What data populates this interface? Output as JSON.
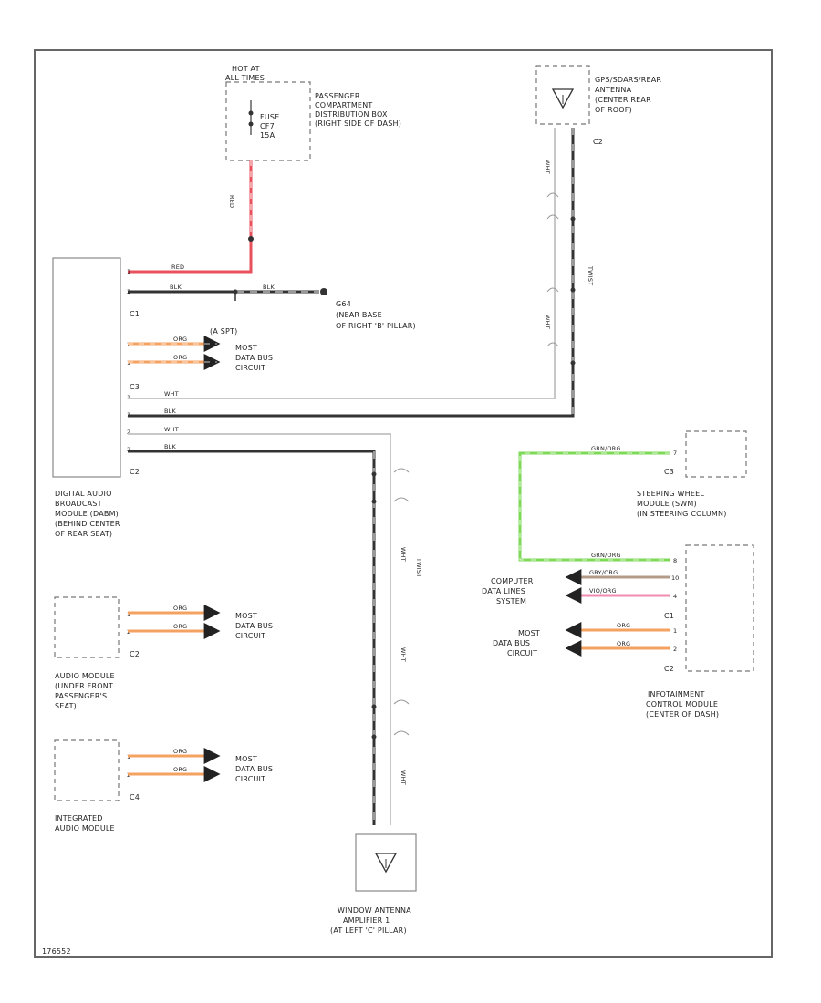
{
  "fuse_box": {
    "hot_label": [
      "HOT AT",
      "ALL TIMES"
    ],
    "fuse_label": [
      "FUSE",
      "CF7",
      "15A"
    ],
    "name": [
      "PASSENGER",
      "COMPARTMENT",
      "DISTRIBUTION BOX",
      "(RIGHT SIDE OF DASH)"
    ]
  },
  "sdars_antenna": {
    "name": [
      "GPS/SDARS/REAR",
      "ANTENNA",
      "(CENTER REAR",
      "OF ROOF)"
    ],
    "connector": "C2"
  },
  "dab_module": {
    "name": [
      "DIGITAL AUDIO",
      "BROADCAST",
      "MODULE (DABM)",
      "(BEHIND CENTER",
      "OF REAR SEAT)"
    ],
    "connectors": {
      "c1": "C1",
      "c3": "C3",
      "c2": "C2"
    },
    "pins": {
      "p1": "1",
      "p2": "2",
      "p3": "2",
      "p4": "1",
      "p5": "1",
      "p6": "1",
      "p7": "2",
      "p8": "2"
    }
  },
  "wires": {
    "red": "RED",
    "blk": "BLK",
    "org": "ORG",
    "wht": "WHT",
    "twisted": "TWIST",
    "grn_org": "GRN/ORG",
    "gry_org": "GRY/ORG",
    "vio_org": "VIO/ORG"
  },
  "ground": {
    "id": "G64",
    "location": [
      "(NEAR BASE",
      "OF RIGHT 'B' PILLAR)"
    ]
  },
  "splice": "(A SPT)",
  "most_bus": [
    "MOST",
    "DATA BUS",
    "CIRCUIT"
  ],
  "audio_module": {
    "connector": "C2",
    "pins": [
      "1",
      "2"
    ],
    "name": [
      "AUDIO MODULE",
      "(UNDER FRONT",
      "PASSENGER'S",
      "SEAT)"
    ]
  },
  "integrated_audio": {
    "connector": "C4",
    "pins": [
      "1",
      "2"
    ],
    "name": [
      "INTEGRATED",
      "AUDIO MODULE"
    ]
  },
  "window_antenna": {
    "name": [
      "WINDOW ANTENNA",
      "AMPLIFIER 1",
      "(AT LEFT 'C' PILLAR)"
    ]
  },
  "steering_module": {
    "connector": "C3",
    "pin": "7",
    "name": [
      "STEERING WHEEL",
      "MODULE (SWM)",
      "(IN STEERING COLUMN)"
    ]
  },
  "icm": {
    "pins": [
      "8",
      "10",
      "4",
      "1",
      "2"
    ],
    "connectors": [
      "C1",
      "C2"
    ],
    "name": [
      "INFOTAINMENT",
      "CONTROL MODULE",
      "(CENTER OF DASH)"
    ]
  },
  "computer_lines": [
    "COMPUTER",
    "DATA LINES",
    "SYSTEM"
  ],
  "diagram_id": "176552",
  "colors": {
    "red": "#e8505b",
    "orange": "#f4a261",
    "green": "#7ed957",
    "pink": "#f08cb0",
    "black": "#333333",
    "white_wire": "#c8c8c8"
  }
}
